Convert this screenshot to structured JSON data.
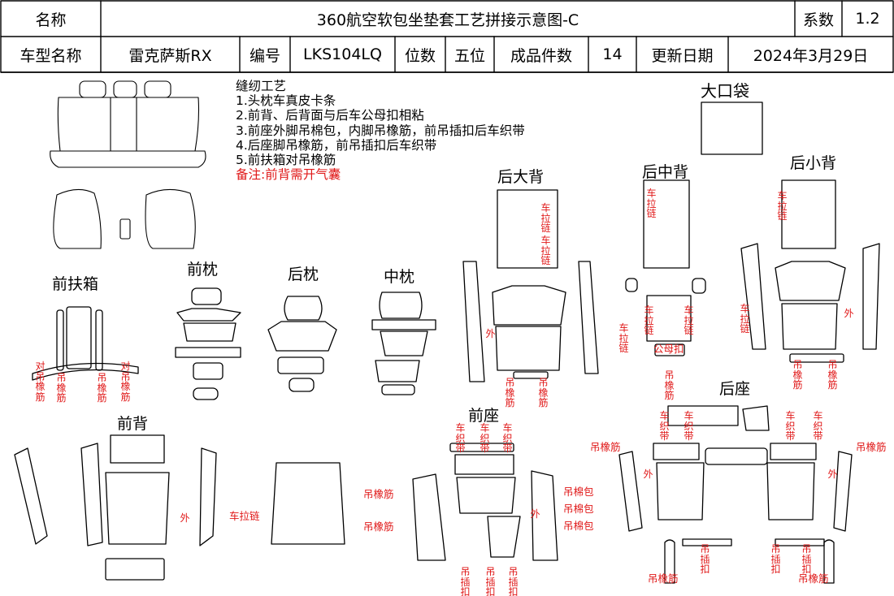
{
  "header": {
    "row1": {
      "name_label": "名称",
      "title": "360航空软包坐垫套工艺拼接示意图-C",
      "coef_label": "系数",
      "coef_value": "1.2"
    },
    "row2": {
      "model_label": "车型名称",
      "model_value": "雷克萨斯RX",
      "code_label": "编号",
      "code_value": "LKS104LQ",
      "position_label": "位数",
      "position_value": "五位",
      "pieces_label": "成品件数",
      "pieces_value": "14",
      "date_label": "更新日期",
      "date_value": "2024年3月29日"
    }
  },
  "instructions": {
    "title": "缝纫工艺",
    "steps": [
      "1.头枕车真皮卡条",
      "2.前背、后背面与后车公母扣相粘",
      "3.前座外脚吊棉包，内脚吊橡筋，前吊插扣后车织带",
      "4.后座脚吊橡筋，前吊插扣后车织带",
      "5.前扶箱对吊橡筋"
    ],
    "note": "备注:前背需开气囊"
  },
  "sections": {
    "front_armrest": "前扶箱",
    "front_headrest": "前枕",
    "rear_headrest": "后枕",
    "middle_headrest": "中枕",
    "rear_big_back": "后大背",
    "rear_middle_back": "后中背",
    "rear_small_back": "后小背",
    "big_pocket": "大口袋",
    "front_back": "前背",
    "front_seat": "前座",
    "rear_seat": "后座"
  },
  "annotations": {
    "dui_diao_xiang_jin": "对吊橡筋",
    "diao_xiang_jin": "吊橡筋",
    "che_la_lian": "车拉链",
    "che_zhi_dai": "车织带",
    "diao_cha_kou": "吊插扣",
    "diao_mian_bao": "吊棉包",
    "wai": "外",
    "gong_mu_kou": "公母扣",
    "seam_note": "车拉链"
  },
  "colors": {
    "outline": "#000000",
    "annotation": "#e01818",
    "background": "#ffffff"
  }
}
